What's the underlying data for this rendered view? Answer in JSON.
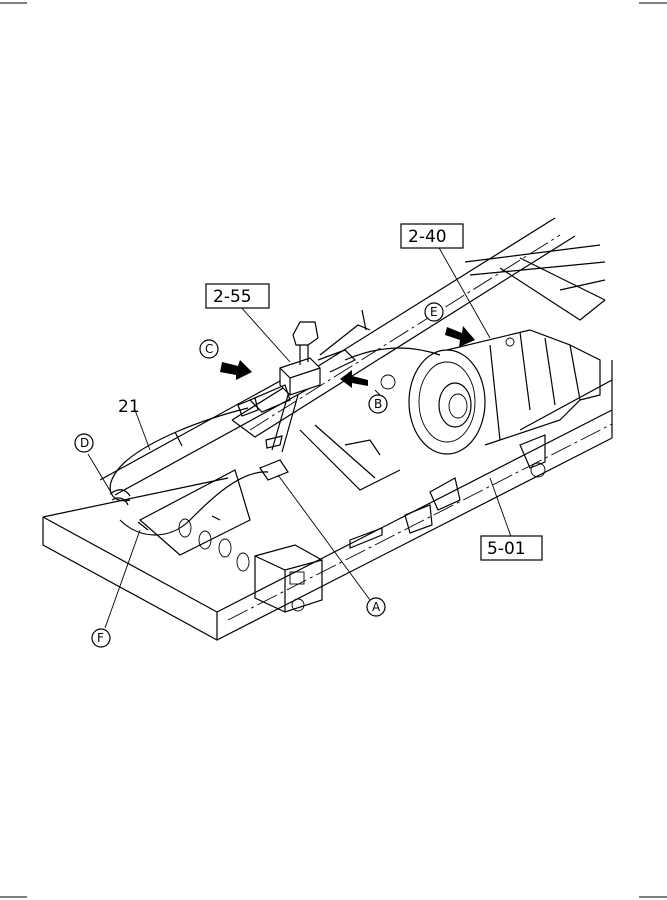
{
  "labels": {
    "ref_2_40": "2-40",
    "ref_2_55": "2-55",
    "ref_5_01": "5-01",
    "part_21": "21",
    "view_A": "A",
    "view_B": "B",
    "view_C": "C",
    "view_D": "D",
    "view_E": "E",
    "view_F": "F"
  }
}
